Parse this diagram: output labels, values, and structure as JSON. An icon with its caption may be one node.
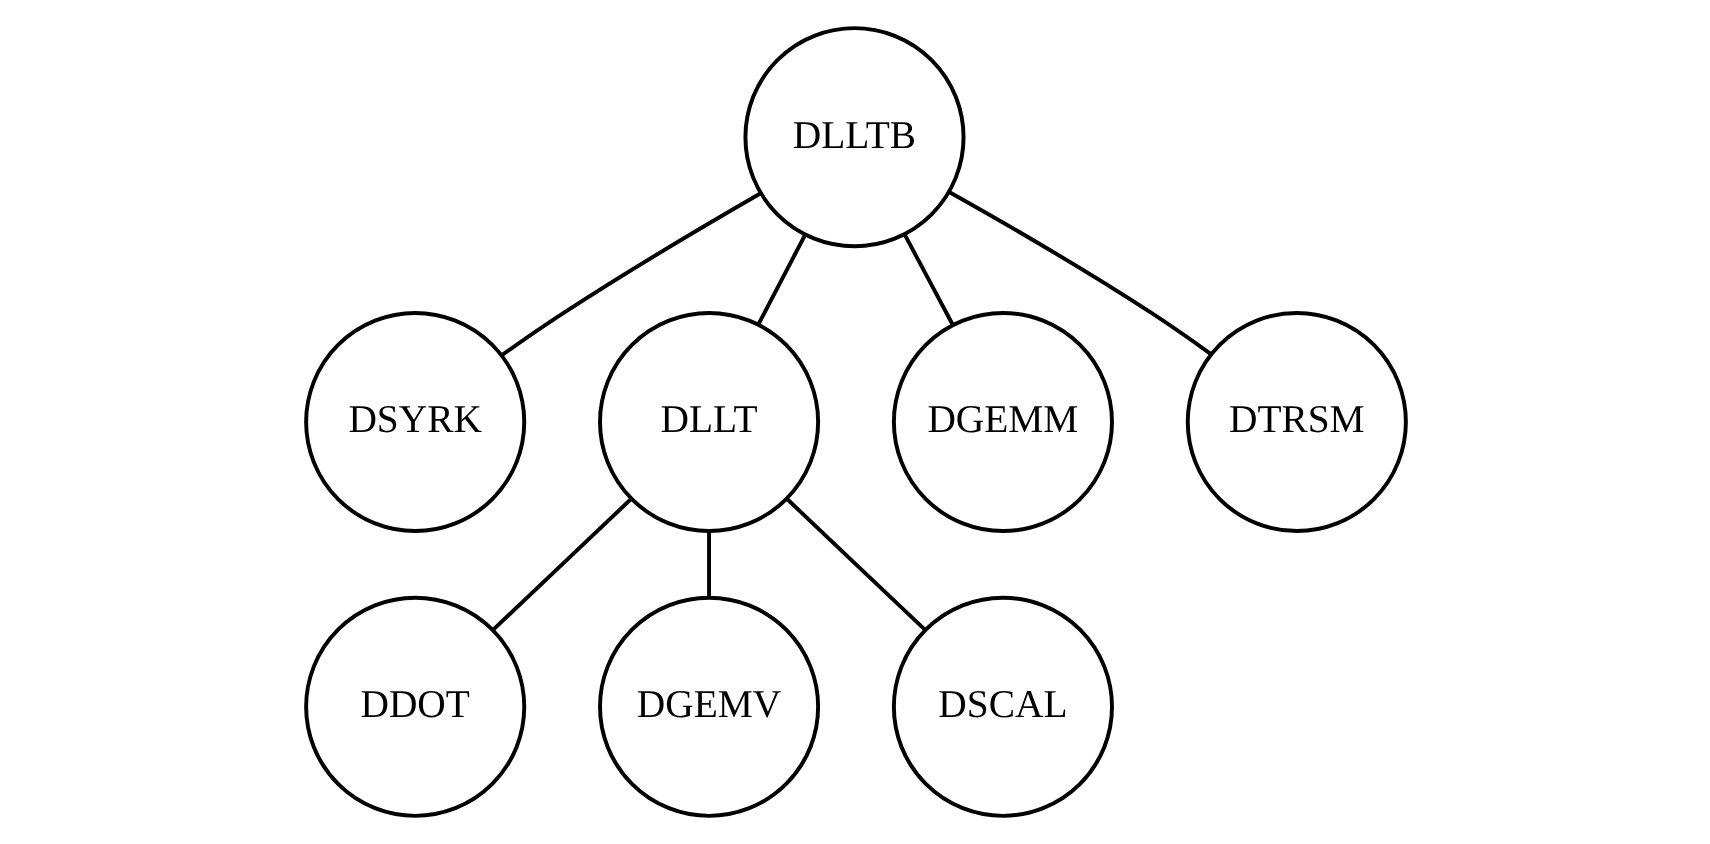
{
  "diagram": {
    "nodes": [
      {
        "text": [
          "DLLTB"
        ]
      },
      {
        "text": [
          "DSYRK"
        ]
      },
      {
        "text": [
          "DLLT"
        ]
      },
      {
        "text": [
          "DGEMM"
        ]
      },
      {
        "text": [
          "DTRSM"
        ]
      },
      {
        "text": [
          "DDOT"
        ]
      },
      {
        "text": [
          "DGEMV"
        ]
      },
      {
        "text": [
          "DSCAL"
        ]
      }
    ],
    "edges": [
      {
        "from": 0,
        "to": 1,
        "arrow": "none"
      },
      {
        "from": 0,
        "to": 2,
        "arrow": "none"
      },
      {
        "from": 0,
        "to": 3,
        "arrow": "none"
      },
      {
        "from": 0,
        "to": 4,
        "arrow": "none"
      },
      {
        "from": 2,
        "to": 5,
        "arrow": "none"
      },
      {
        "from": 2,
        "to": 6,
        "arrow": "none"
      },
      {
        "from": 2,
        "to": 7,
        "arrow": "none"
      }
    ]
  }
}
